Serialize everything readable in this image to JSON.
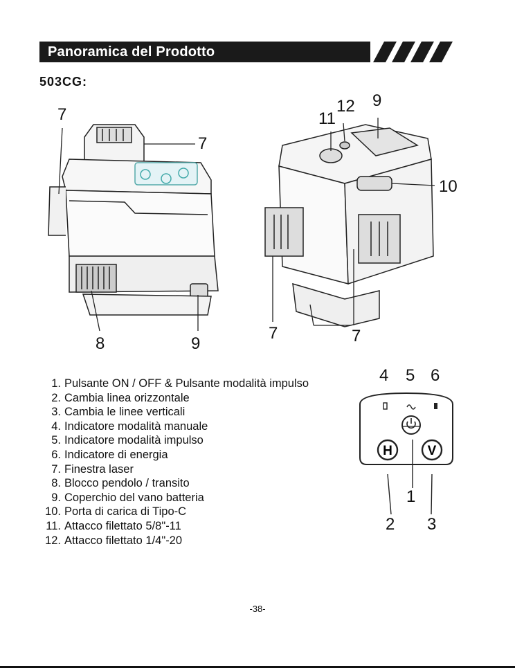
{
  "section": {
    "title": "Panoramica del Prodotto",
    "model": "503CG:"
  },
  "figure_left": {
    "callouts": [
      "7",
      "7",
      "8",
      "9"
    ]
  },
  "figure_right": {
    "callouts": [
      "11",
      "12",
      "9",
      "10",
      "7",
      "7"
    ]
  },
  "features": [
    {
      "num": "1.",
      "label": "Pulsante ON / OFF & Pulsante modalità impulso"
    },
    {
      "num": "2.",
      "label": "Cambia linea orizzontale"
    },
    {
      "num": "3.",
      "label": "Cambia le linee verticali"
    },
    {
      "num": "4.",
      "label": "Indicatore modalità manuale"
    },
    {
      "num": "5.",
      "label": "Indicatore modalità impulso"
    },
    {
      "num": "6.",
      "label": "Indicatore di energia"
    },
    {
      "num": "7.",
      "label": "Finestra laser"
    },
    {
      "num": "8.",
      "label": "Blocco pendolo / transito"
    },
    {
      "num": "9.",
      "label": "Coperchio del vano batteria"
    },
    {
      "num": "10.",
      "label": "Porta di carica di Tipo-C"
    },
    {
      "num": "11.",
      "label": "Attacco filettato 5/8\"-11"
    },
    {
      "num": "12.",
      "label": "Attacco filettato 1/4\"-20"
    }
  ],
  "control_panel": {
    "callouts": [
      "4",
      "5",
      "6",
      "1",
      "2",
      "3"
    ],
    "buttons": {
      "h": "H",
      "v": "V"
    }
  },
  "footer": {
    "page_number": "-38-"
  }
}
